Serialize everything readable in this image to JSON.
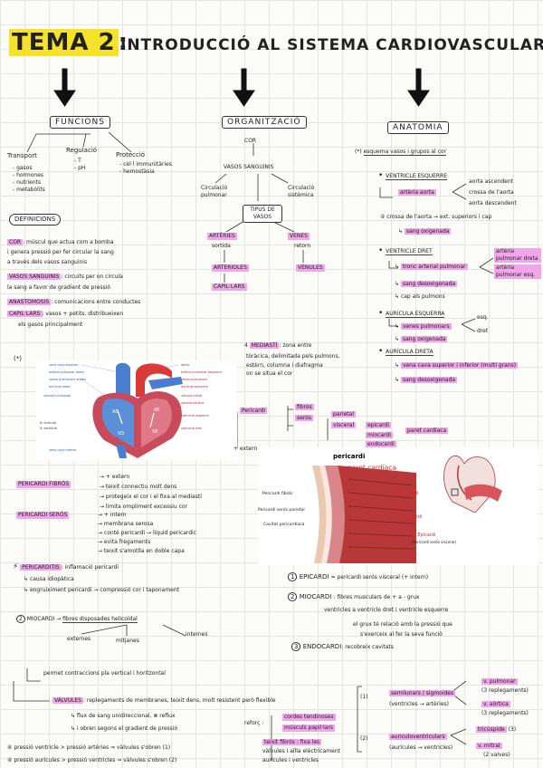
{
  "title": {
    "tema": "TEMA 2",
    "colon": ":",
    "subtitle": "INTRODUCCIÓ AL SISTEMA CARDIOVASCULAR"
  },
  "funcions": {
    "head": "FUNCIONS",
    "transport": "Transport",
    "transport_items": [
      "- gasos",
      "- hormones",
      "- nutrients",
      "- metabòlits"
    ],
    "regulacio": "Regulació",
    "regulacio_items": [
      "- T",
      "- pH"
    ],
    "proteccio": "Protecció",
    "proteccio_items": [
      "- cèl·l immunitàries",
      "- hemostàsia"
    ]
  },
  "definicions": {
    "head": "DEFINICIONS",
    "cor_term": "COR",
    "cor_text1": ": múscul que actua com a bomba",
    "cor_text2": "i genera pressió per fer circular la sang",
    "cor_text3": "a través dels vasos sanguinis",
    "vasos_term": "VASOS SANGUINIS",
    "vasos_text1": ": circuits per on circula",
    "vasos_text2": "la sang a favor de gradient de pressió",
    "anast_term": "ANASTOMOSIS",
    "anast_text": ": comunicacions entre conductes",
    "capil_term": "CAPIL·LARS",
    "capil_text1": ": vasos + petits, distribueixen",
    "capil_text2": "els gasos principalment"
  },
  "organitzacio": {
    "head": "ORGANITZACIÓ",
    "cor": "COR",
    "vasos": "VASOS SANGUINIS",
    "circ_pulm": "Circulació pulmonar",
    "circ_sist": "Circulació sistèmica",
    "tipus_vasos": "TIPUS DE VASOS",
    "arteries": "ARTÈRIES",
    "venes": "VENES",
    "sortida": "sortida",
    "retorn": "retorn",
    "arterioles": "ARTERIOLES",
    "venules": "VÈNULES",
    "capil": "CAPIL·LARS"
  },
  "anatomia": {
    "head": "ANATOMIA",
    "esquema": "esquema vasos i grupos al cor",
    "ventricle_esq": "VENTRICLE ESQUERRE",
    "arteria_aorta": "artèria aorta",
    "aorta_asc": "aorta ascendent",
    "crossa": "crossa de l'aorta",
    "aorta_desc": "aorta descendent",
    "crossa2": "crossa de l'aorta",
    "ext_sup": "ext. superiors i cap",
    "sang_ox": "sang oxigenada",
    "ventricle_dret": "VENTRICLE DRET",
    "tronc": "tronc arterial pulmonar",
    "art_pulm_dreta": "artèria pulmonar dreta",
    "art_pulm_esq": "artèria pulmonar esq.",
    "sang_desox": "sang desoxigenada",
    "cap_pulmons": "cap als pulmons",
    "auricula_esq": "AURÍCULA ESQUERRA",
    "venes_pulm": "venes pulmonars",
    "esq": "esq.",
    "dret": "dret",
    "sang_ox2": "sang oxigenada",
    "auricula_dreta": "AURÍCULA DRETA",
    "vena_cava": "vena cava superior i inferior (multi grans)",
    "sang_desox2": "sang desoxigenada"
  },
  "pericardi_section": {
    "asterisk": "(*)",
    "num4": "4",
    "mediast": "MEDIASTÍ",
    "mediast_text1": ": zona entre",
    "mediast_text2": "tòràcica, delimitada pels pulmons,",
    "mediast_text3": "estèrn, columna i diafragma",
    "mediast_text4": "on se situa el cor",
    "pericardi": "Pericardi",
    "fibros": "fibrós",
    "seros": "serós",
    "parietal": "parietal",
    "visceral": "visceral",
    "epicardi": "epicardi",
    "miocardi": "miocardi",
    "endocardi": "endocardi",
    "paret_cardiaca": "paret cardíaca",
    "extern": "+ extern",
    "fibros_head": "PERICARDI FIBRÓS",
    "fibros_items": [
      "→ + extern",
      "→ teixit connectiu molt dens",
      "→ protegeix el cor i el fixa al mediastí",
      "→ limita ompliment excessiu cor"
    ],
    "seros_head": "PERICARDI SERÓS",
    "seros_items": [
      "→ + intern",
      "→ membrana serosa",
      "→ conté pericardi → líquid pericardic",
      "→ evita fregaments",
      "→ teixit s'amotlla en doble capa"
    ],
    "pericarditis": "PERICARDITIS",
    "pericarditis_text": ": inflamació pericardi",
    "causa": "causa idiopàtica",
    "engr": "engruiximent pericardi → compressió cor i taponament"
  },
  "diagram_labels": {
    "left": [
      "vena cava superior",
      "artèria pulmonar dreta",
      "venes pulmonars dretes",
      "aurícula dreta",
      "vàlvula tricúspide",
      "A: aurícula",
      "V: ventricle",
      "vena cava inferior"
    ],
    "right": [
      "aorta",
      "artèria pulmonar esquerra",
      "venes pulmonars",
      "aurícula esquerra",
      "vàlvula mitral",
      "vàlvula aòrtica",
      "ventricle esquerre",
      "ventricle dret"
    ],
    "chambers": [
      "AD",
      "AE",
      "VD",
      "VE"
    ]
  },
  "photo": {
    "title": "pericardi",
    "paret": "paret cardíaca",
    "labels_left": [
      "Pericardi fibrós",
      "Pericardi serós parietal",
      "Cavitat pericardíaca"
    ],
    "labels_right": [
      "2. Miocardi",
      "1. Endocardi",
      "3. Epicardi",
      "(Pericardi serós visceral)"
    ]
  },
  "layers": {
    "n1": "1",
    "epicardi": "EPICARDI",
    "epicardi_text": "= pericardi serós visceral (+ intern)",
    "n2": "2",
    "miocardi": "MIOCARDI",
    "miocardi_text1": ": fibres musculars de + a - grux",
    "miocardi_text2": "ventricles a ventricle dret i ventricle esquerre",
    "miocardi_text3": "el grux té relació amb la pressió que",
    "miocardi_text4": "s'exerceix al fer la seva funció",
    "n3": "3",
    "endocardi": "ENDOCARDI",
    "endocardi_text": ": recobreix cavitats"
  },
  "miocardi_bottom": {
    "n2": "2",
    "miocardi": "MIOCARDI",
    "fibres": "fibres disposades helicoïdal",
    "externes": "externes",
    "mitjanes": "mitjanes",
    "internes": "internes",
    "permet": "permet contraccions pla vertical i horitzontal"
  },
  "valvules": {
    "head": "VÀLVULES",
    "text": ": replegaments de membranes, teixit dens, molt resistent però flexible",
    "flux": "flux de sang unidireccional, ⊗ reflux",
    "flux2": "i obren segons el gradient de pressió",
    "reforc": "reforç :",
    "cordes": "cordes tendinoses",
    "muscles": "músculs papil·lars",
    "teixit": "teixit fibrós : fixa les",
    "teixit2": "vàlvules i aïlla elèctricament",
    "teixit3": "aurícules i ventricles",
    "n1": "(1)",
    "n2": "(2)",
    "semilunars": "semilunars / sigmoides",
    "semilunars2": "(ventricles → artèries)",
    "pulmonar": "v. pulmonar",
    "pulmonar2": "(3 replegaments)",
    "aortica": "v. aòrtica",
    "aortica2": "(3 replegaments)",
    "auriculo": "auriculoventriculars",
    "auriculo2": "(aurícules → ventricles)",
    "tricuspide": "tricúspide",
    "tricuspide2": "(3)",
    "mitral": "v. mitral",
    "mitral2": "(2 valves)",
    "pressio1": "pressió ventricle > pressió artèries ⇒ vàlvules s'obren (1)",
    "pressio2": "pressió aurícules > pressió ventricles ⇒ vàlvules s'obren (2)",
    "num4": "④"
  },
  "colors": {
    "pink": "#f0a6e8",
    "yellow": "#f5e22a",
    "ink": "#222222"
  }
}
